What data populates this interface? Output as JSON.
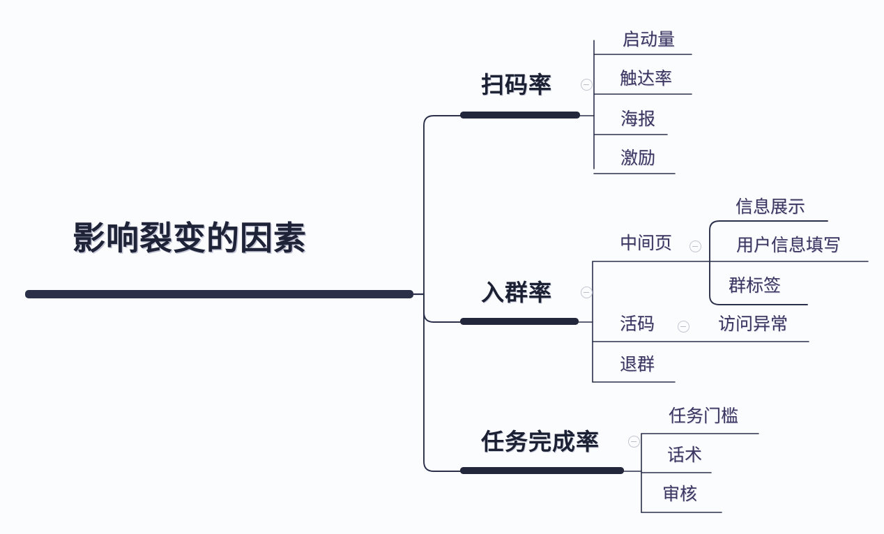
{
  "document": {
    "type": "mind-map",
    "background_color": "#fbfcfe",
    "line_color": "#2a2f4a",
    "root_text_color": "#1f2338",
    "node_text_color": "#3a3560"
  },
  "root": {
    "label": "影响裂变的因素"
  },
  "branches": [
    {
      "label": "扫码率",
      "toggle_icon": "collapse-minus-icon",
      "children": [
        {
          "label": "启动量"
        },
        {
          "label": "触达率"
        },
        {
          "label": "海报"
        },
        {
          "label": "激励"
        }
      ]
    },
    {
      "label": "入群率",
      "toggle_icon": "collapse-minus-icon",
      "children": [
        {
          "label": "中间页",
          "toggle_icon": "collapse-minus-icon",
          "children": [
            {
              "label": "信息展示"
            },
            {
              "label": "用户信息填写"
            },
            {
              "label": "群标签"
            }
          ]
        },
        {
          "label": "活码",
          "toggle_icon": "collapse-minus-icon",
          "children": [
            {
              "label": "访问异常"
            }
          ]
        },
        {
          "label": "退群"
        }
      ]
    },
    {
      "label": "任务完成率",
      "toggle_icon": "collapse-minus-icon",
      "children": [
        {
          "label": "任务门槛"
        },
        {
          "label": "话术"
        },
        {
          "label": "审核"
        }
      ]
    }
  ]
}
